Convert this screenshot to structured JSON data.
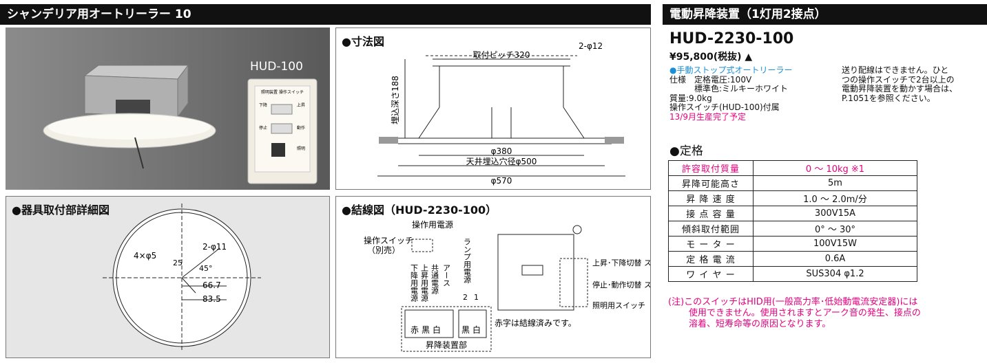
{
  "left_header": "シャンデリア用オートリーラー 10",
  "right_header": "電動昇降装置（1灯用2接点）",
  "photo": {
    "model_label": "HUD-100",
    "switch_title": "照明装置\n操作スイッチ",
    "switch_up": "上昇",
    "switch_down": "下降",
    "switch_stop": "停止",
    "switch_move": "動作",
    "switch_light": "照明"
  },
  "dimension_panel": {
    "title": "●寸法図",
    "pitch": "取付ピッチ320",
    "holes": "2-φ12",
    "depth": "埋込深さ188",
    "d380": "φ380",
    "d500": "天井埋込穴径φ500",
    "d570": "φ570"
  },
  "mount_panel": {
    "title": "●器具取付部詳細図",
    "holes4": "4×φ5",
    "holes2": "2-φ11",
    "dim25": "25",
    "angle": "45°",
    "d667": "66.7",
    "d835": "83.5"
  },
  "wiring_panel": {
    "title": "●結線図（HUD-2230-100）",
    "op_power": "操作用電源",
    "op_switch": "操作スイッチ",
    "sold_sep": "（別売）",
    "col_down": "下降用電源",
    "col_up": "上昇用電源",
    "col_common": "共通電源",
    "col_earth": "アース",
    "lamp_power": "ランプ用電源",
    "num2": "2",
    "num1": "1",
    "t_red": "赤",
    "t_black": "黒",
    "t_white": "白",
    "t_black2": "黒",
    "t_white2": "白",
    "unit": "昇降装置部",
    "note": "赤字は結線済みです。",
    "sw1": "上昇･下降切替\nスイッチ",
    "sw2": "停止･動作切替\nスイッチ",
    "sw3": "照明用スイッチ"
  },
  "product": {
    "model": "HUD-2230-100",
    "price": "¥95,800(税抜) ▲",
    "feature": "●手動ストップ式オートリーラー",
    "spec_line1": "仕様　定格電圧:100V",
    "spec_line2": "　　　標準色:ミルキーホワイト",
    "spec_line3": "質量:9.0kg",
    "spec_line4": "操作スイッチ(HUD-100)付属",
    "spec_line5": "13/9月生産完了予定",
    "note_line1": "送り配線はできません。ひと",
    "note_line2": "つの操作スイッチで2台以上の",
    "note_line3": "電動昇降装置を動かす場合は、",
    "note_line4": "P.1051を参照ください。"
  },
  "ratings": {
    "title": "●定格",
    "rows": [
      {
        "key": "許容取付質量",
        "value": "0 ～ 10kg ※1"
      },
      {
        "key": "昇降可能高さ",
        "value": "5m"
      },
      {
        "key": "昇 降 速 度",
        "value": "1.0 ～ 2.0m/分"
      },
      {
        "key": "接 点 容 量",
        "value": "300V15A"
      },
      {
        "key": "傾斜取付範囲",
        "value": "0° ～ 30°"
      },
      {
        "key": "モ ー タ ー",
        "value": "100V15W"
      },
      {
        "key": "定 格 電 流",
        "value": "0.6A"
      },
      {
        "key": "ワ イ ヤ ー",
        "value": "SUS304 φ1.2"
      }
    ]
  },
  "caution": {
    "line1": "(注)このスイッチはHID用(一般高力率･低始動電流安定器)には",
    "line2": "使用できません。使用されますとアーク音の発生、接点の",
    "line3": "溶着、短寿命等の原因となります。"
  }
}
